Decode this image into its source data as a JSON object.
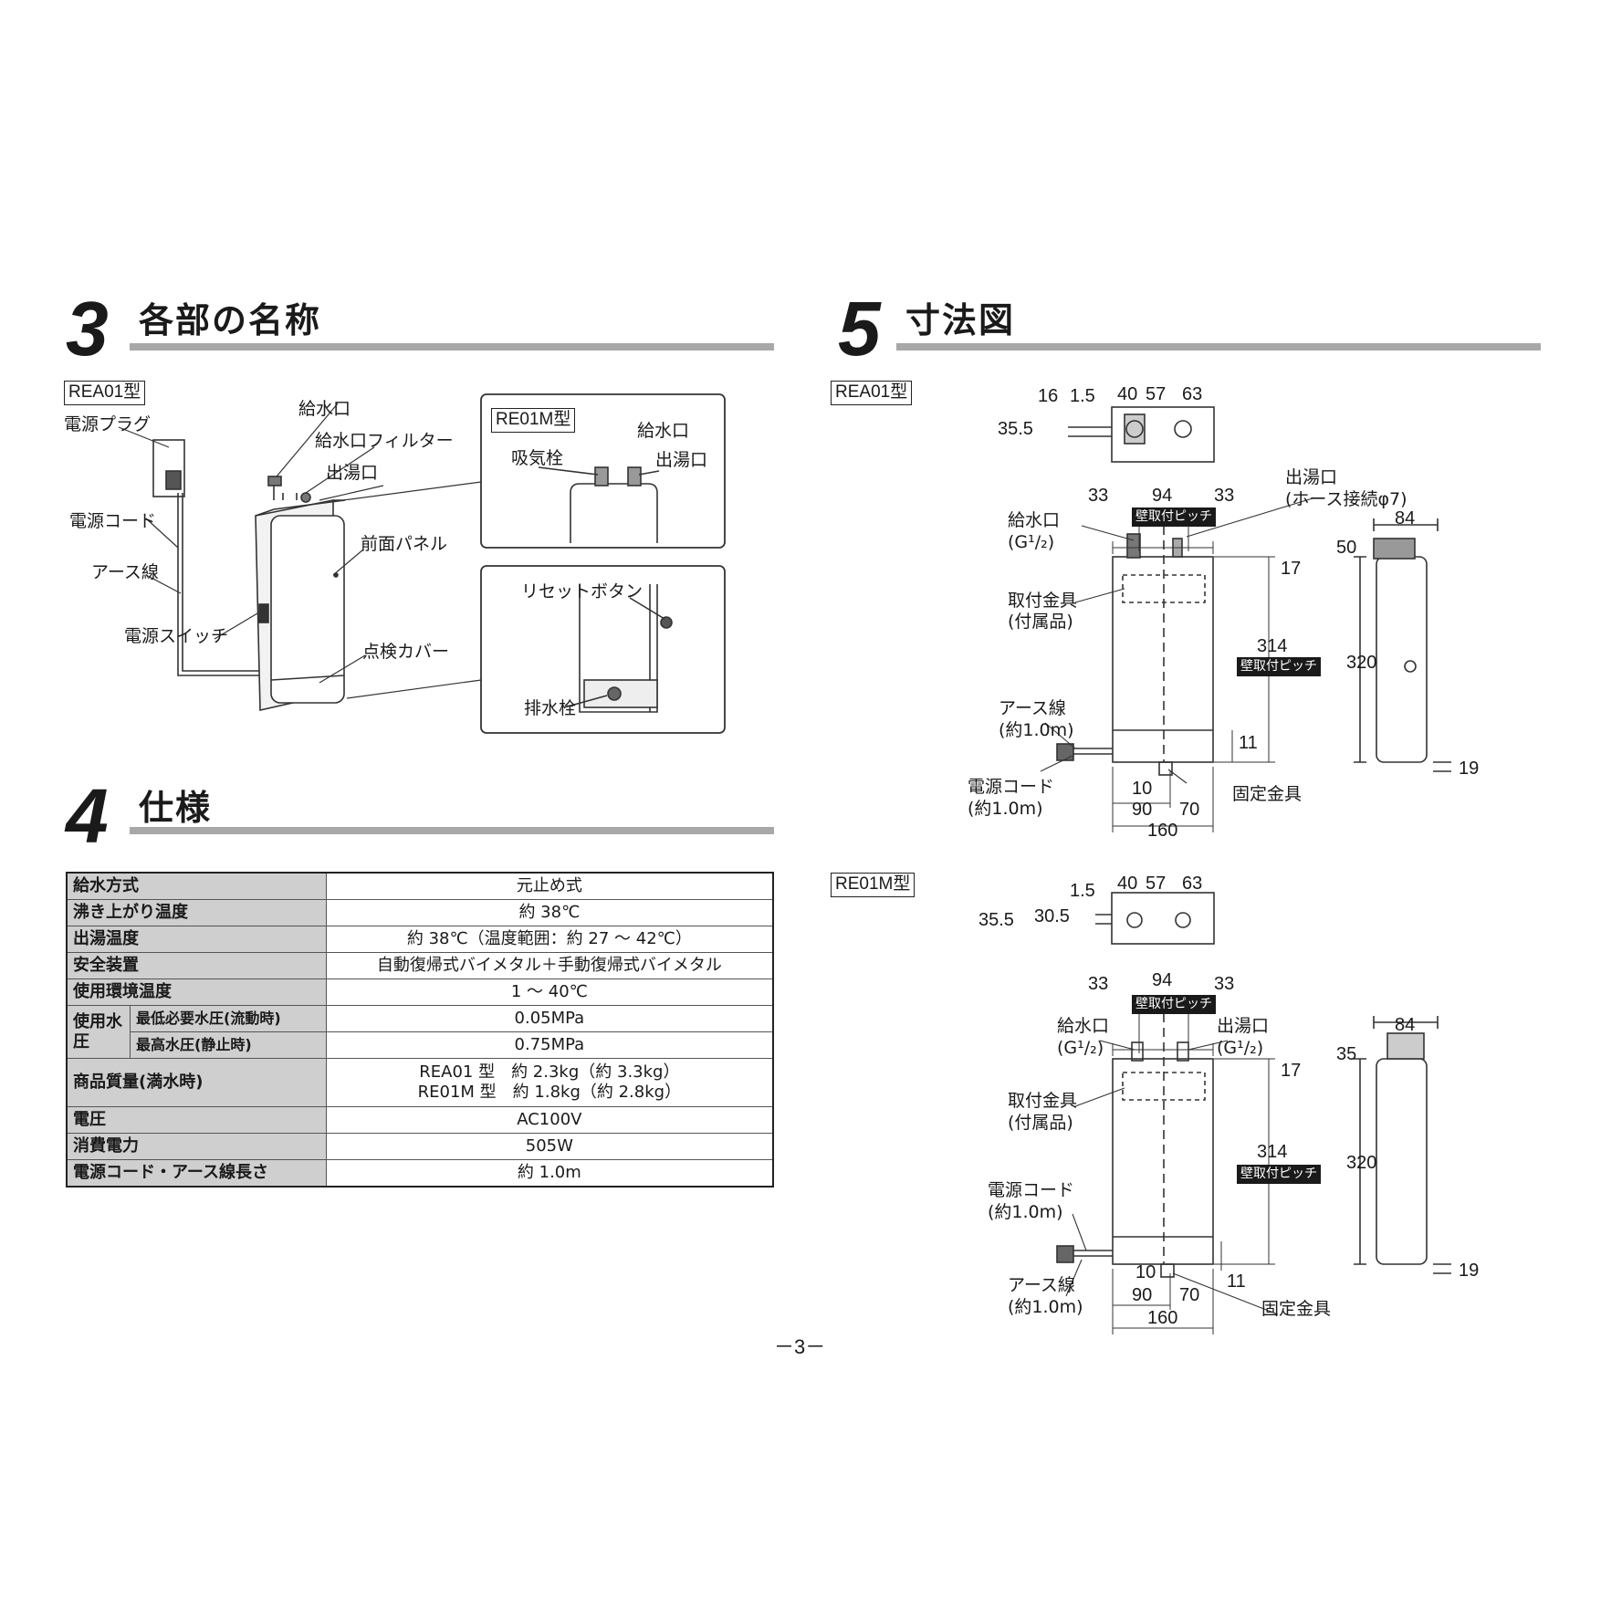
{
  "section3": {
    "number": "3",
    "title": "各部の名称"
  },
  "section4": {
    "number": "4",
    "title": "仕様"
  },
  "section5": {
    "number": "5",
    "title": "寸法図"
  },
  "parts": {
    "model_rea": "REA01型",
    "model_re": "RE01M型",
    "power_plug": "電源プラグ",
    "water_inlet": "給水口",
    "inlet_filter": "給水口フィルター",
    "hot_outlet": "出湯口",
    "power_cord": "電源コード",
    "front_panel": "前面パネル",
    "earth_wire": "アース線",
    "power_switch": "電源スイッチ",
    "inspection_cover": "点検カバー",
    "intake_valve": "吸気栓",
    "reset_button": "リセットボタン",
    "drain_plug": "排水栓"
  },
  "spec": {
    "rows": [
      {
        "k": "給水方式",
        "v": "元止め式"
      },
      {
        "k": "沸き上がり温度",
        "v": "約 38℃"
      },
      {
        "k": "出湯温度",
        "v": "約 38℃（温度範囲：約 27 ～ 42℃）"
      },
      {
        "k": "安全装置",
        "v": "自動復帰式バイメタル＋手動復帰式バイメタル"
      },
      {
        "k": "使用環境温度",
        "v": "1 ～ 40℃"
      }
    ],
    "pressure_group": "使用水圧",
    "pressure_rows": [
      {
        "k": "最低必要水圧(流動時)",
        "v": "0.05MPa"
      },
      {
        "k": "最高水圧(静止時)",
        "v": "0.75MPa"
      }
    ],
    "mass": {
      "k": "商品質量(満水時)",
      "v1": "REA01 型　約 2.3kg（約 3.3kg）",
      "v2": "RE01M 型　約 1.8kg（約 2.8kg）"
    },
    "rows2": [
      {
        "k": "電圧",
        "v": "AC100V"
      },
      {
        "k": "消費電力",
        "v": "505W"
      },
      {
        "k": "電源コード・アース線長さ",
        "v": "約 1.0m"
      }
    ]
  },
  "dims_rea": {
    "model": "REA01型",
    "top": [
      "16",
      "1.5",
      "40",
      "57",
      "63"
    ],
    "depth_top": "35.5",
    "w33a": "33",
    "w94": "94",
    "w33b": "33",
    "pitch": "壁取付ピッチ",
    "outlet": "出湯口",
    "outlet_hose": "(ホース接続φ7)",
    "inlet": "給水口",
    "inlet_g": "(G¹/₂)",
    "mount": "取付金具",
    "mount_acc": "(付属品)",
    "d17": "17",
    "d314": "314",
    "earth": "アース線",
    "earth_len": "(約1.0m)",
    "cord": "電源コード",
    "cord_len": "(約1.0m)",
    "d11": "11",
    "d10": "10",
    "d90": "90",
    "d70": "70",
    "d160": "160",
    "fixing": "固定金具",
    "side_84": "84",
    "side_50": "50",
    "side_320": "320",
    "side_19": "19"
  },
  "dims_re": {
    "model": "RE01M型",
    "top": [
      "1.5",
      "40",
      "57",
      "63"
    ],
    "depth_a": "35.5",
    "depth_b": "30.5",
    "w33a": "33",
    "w94": "94",
    "w33b": "33",
    "pitch": "壁取付ピッチ",
    "inlet": "給水口",
    "inlet_g": "(G¹/₂)",
    "outlet": "出湯口",
    "outlet_g": "(G¹/₂)",
    "mount": "取付金具",
    "mount_acc": "(付属品)",
    "d17": "17",
    "d314": "314",
    "cord": "電源コード",
    "cord_len": "(約1.0m)",
    "earth": "アース線",
    "earth_len": "(約1.0m)",
    "d10": "10",
    "d11": "11",
    "d90": "90",
    "d70": "70",
    "d160": "160",
    "fixing": "固定金具",
    "side_84": "84",
    "side_35": "35",
    "side_320": "320",
    "side_19": "19"
  },
  "page_number": "－3－"
}
